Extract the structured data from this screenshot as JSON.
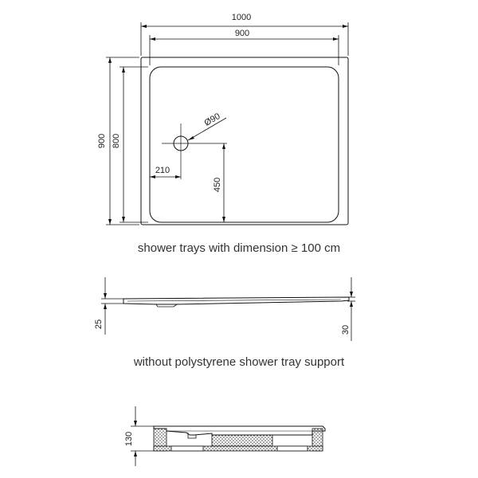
{
  "plan_view": {
    "dim_outer_width": "1000",
    "dim_inner_width": "900",
    "dim_outer_depth": "900",
    "dim_inner_depth": "800",
    "dim_drain_diameter": "Ø90",
    "dim_drain_offset_x": "210",
    "dim_drain_offset_y": "450"
  },
  "captions": {
    "plan": "shower trays with dimension ≥ 100 cm",
    "section": "without polystyrene shower tray support"
  },
  "section_view": {
    "dim_left_height": "25",
    "dim_right_height": "30"
  },
  "support_view": {
    "dim_height": "130"
  }
}
